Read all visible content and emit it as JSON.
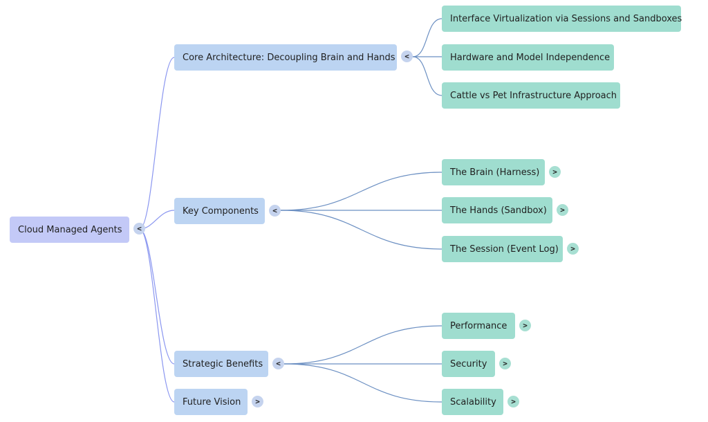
{
  "colors": {
    "root_fill": "#c3c9f7",
    "level1_fill": "#bcd4f2",
    "level2_fill": "#9fddcf",
    "edge_root": "#8a96f0",
    "edge_level1": "#6b8fc2"
  },
  "mindmap": {
    "root": {
      "label": "Cloud Managed Agents",
      "toggle": "<"
    },
    "branches": [
      {
        "label": "Core Architecture: Decoupling Brain and Hands",
        "toggle": "<",
        "children": [
          {
            "label": "Interface Virtualization via Sessions and Sandboxes",
            "toggle": ""
          },
          {
            "label": "Hardware and Model Independence",
            "toggle": ""
          },
          {
            "label": "Cattle vs Pet Infrastructure Approach",
            "toggle": ""
          }
        ]
      },
      {
        "label": "Key Components",
        "toggle": "<",
        "children": [
          {
            "label": "The Brain (Harness)",
            "toggle": ">"
          },
          {
            "label": "The Hands (Sandbox)",
            "toggle": ">"
          },
          {
            "label": "The Session (Event Log)",
            "toggle": ">"
          }
        ]
      },
      {
        "label": "Strategic Benefits",
        "toggle": "<",
        "children": [
          {
            "label": "Performance",
            "toggle": ">"
          },
          {
            "label": "Security",
            "toggle": ">"
          },
          {
            "label": "Scalability",
            "toggle": ">"
          }
        ]
      },
      {
        "label": "Future Vision",
        "toggle": ">",
        "children": []
      }
    ]
  }
}
